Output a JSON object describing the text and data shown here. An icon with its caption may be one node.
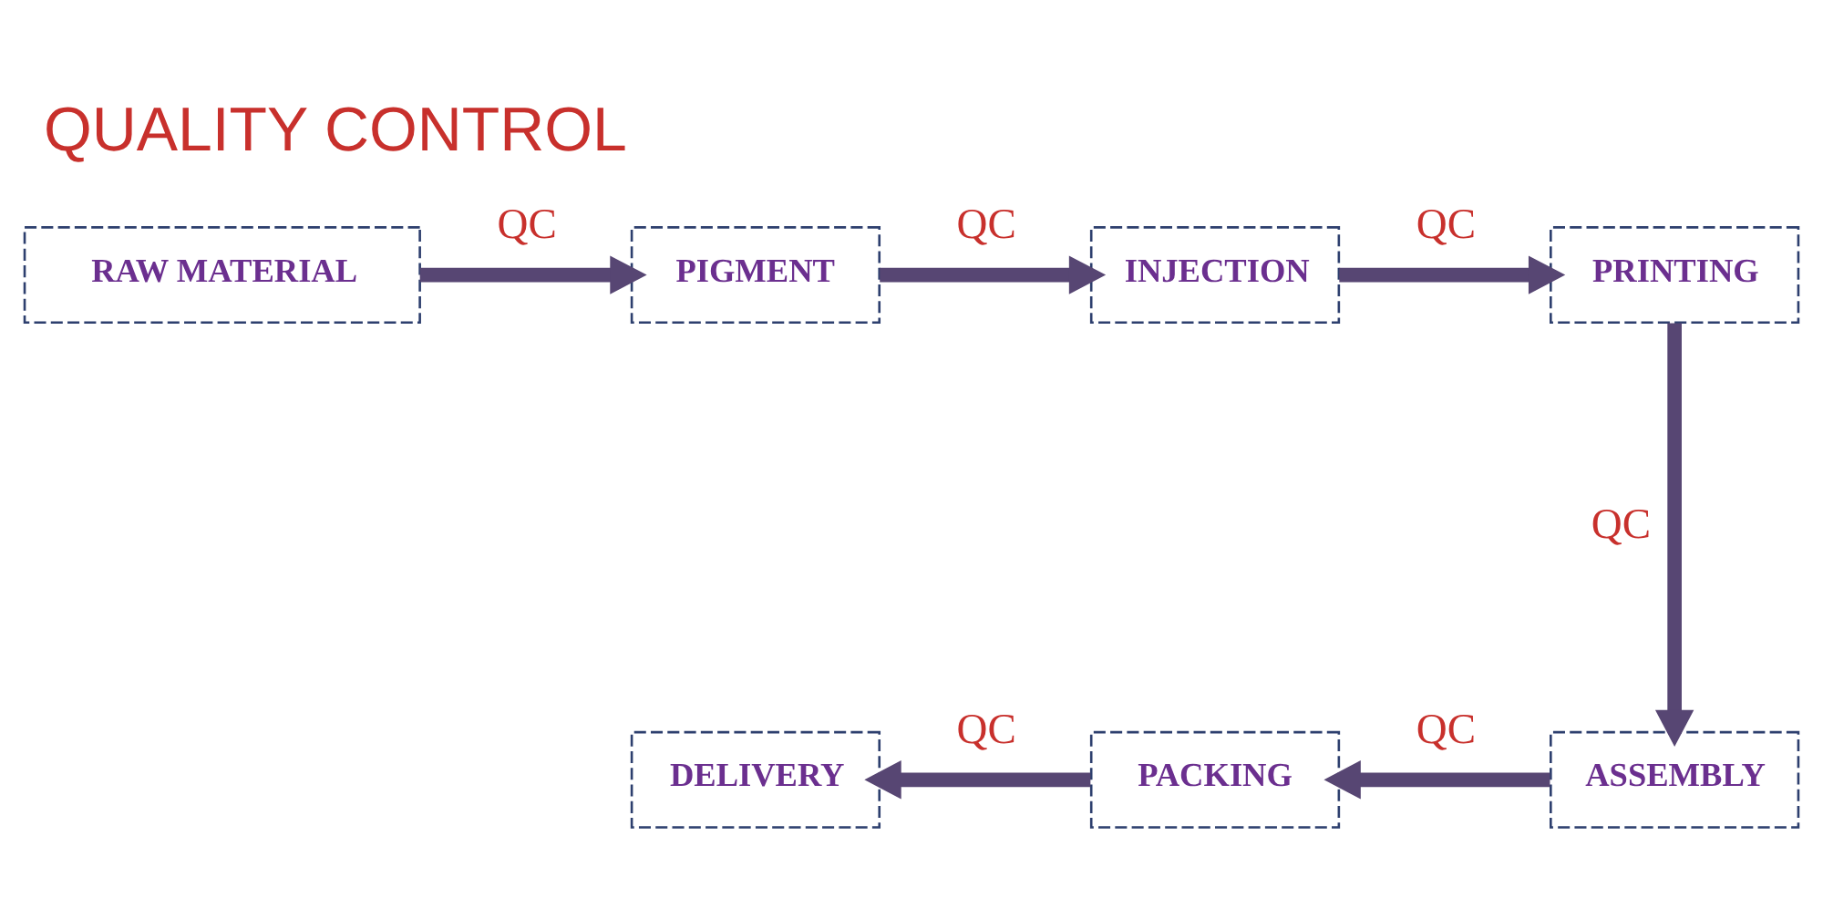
{
  "diagram": {
    "title": "QUALITY CONTROL",
    "nodes": [
      {
        "text": [
          "RAW MATERIAL"
        ]
      },
      {
        "text": [
          "PIGMENT"
        ]
      },
      {
        "text": [
          "INJECTION"
        ]
      },
      {
        "text": [
          "PRINTING"
        ]
      },
      {
        "text": [
          "ASSEMBLY"
        ]
      },
      {
        "text": [
          "PACKING"
        ]
      },
      {
        "text": [
          "DELIVERY"
        ]
      }
    ],
    "edges": [
      {
        "from": 0,
        "to": 1,
        "arrow": "to",
        "label": "QC"
      },
      {
        "from": 1,
        "to": 2,
        "arrow": "to",
        "label": "QC"
      },
      {
        "from": 2,
        "to": 3,
        "arrow": "to",
        "label": "QC"
      },
      {
        "from": 3,
        "to": 4,
        "arrow": "to",
        "label": "QC"
      },
      {
        "from": 4,
        "to": 5,
        "arrow": "to",
        "label": "QC"
      },
      {
        "from": 5,
        "to": 6,
        "arrow": "to",
        "label": "QC"
      }
    ]
  }
}
